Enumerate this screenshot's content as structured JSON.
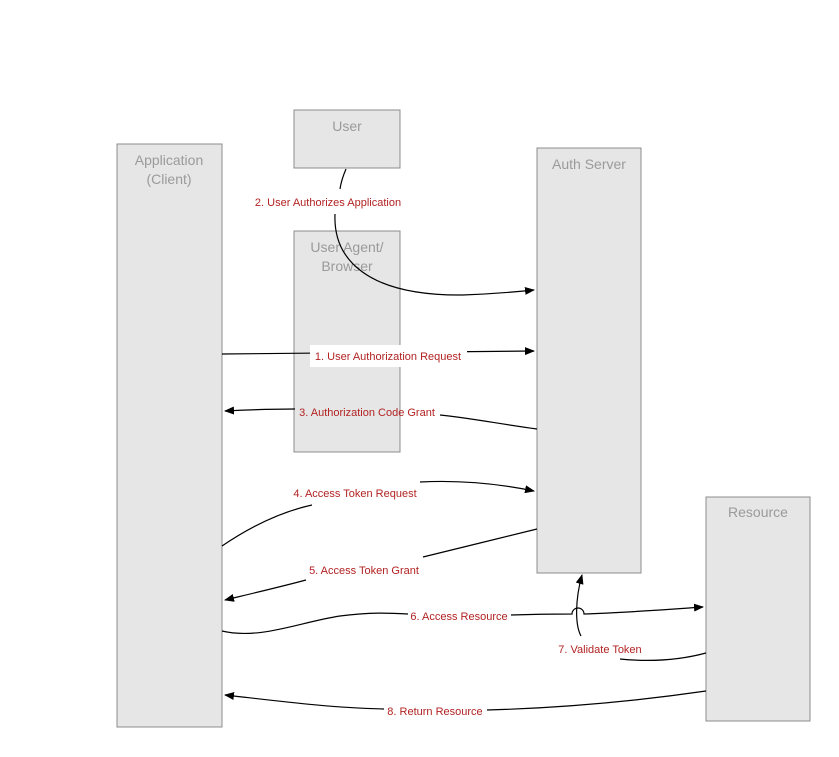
{
  "actors": {
    "application": {
      "line1": "Application",
      "line2": "(Client)"
    },
    "user": {
      "label": "User"
    },
    "user_agent": {
      "line1": "User Agent/",
      "line2": "Browser"
    },
    "auth_server": {
      "label": "Auth Server"
    },
    "resource": {
      "label": "Resource"
    }
  },
  "steps": {
    "s1": "1. User Authorization Request",
    "s2": "2. User Authorizes Application",
    "s3": "3. Authorization Code Grant",
    "s4": "4. Access Token Request",
    "s5": "5. Access Token Grant",
    "s6": "6. Access Resource",
    "s7": "7. Validate Token",
    "s8": "8. Return Resource"
  },
  "colors": {
    "box_fill": "#e6e6e6",
    "box_stroke": "#8c8c8c",
    "box_text": "#9a9a9a",
    "step_text": "#b22222",
    "arrow": "#000000"
  }
}
